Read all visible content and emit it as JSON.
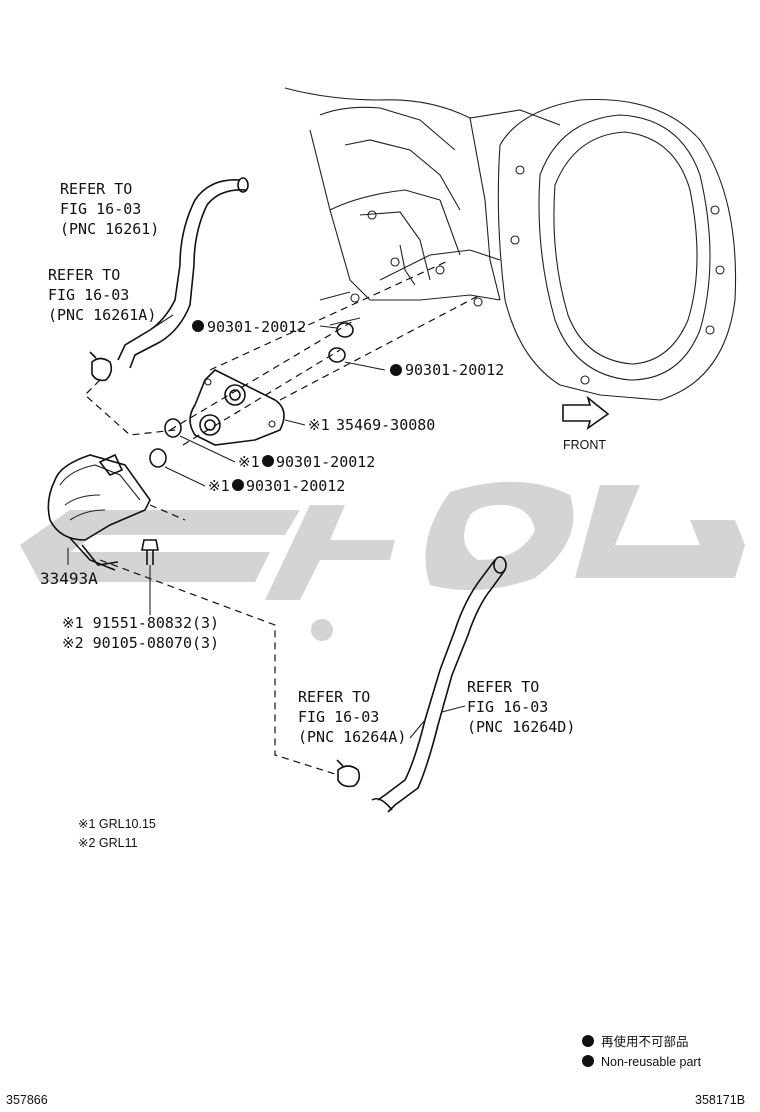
{
  "labels": {
    "refer_16261": [
      "REFER TO",
      "FIG 16-03",
      "(PNC 16261)"
    ],
    "refer_16261A": [
      "REFER TO",
      "FIG 16-03",
      "(PNC 16261A)"
    ],
    "refer_16264A": [
      "REFER TO",
      "FIG 16-03",
      "(PNC 16264A)"
    ],
    "refer_16264D": [
      "REFER TO",
      "FIG 16-03",
      "(PNC 16264D)"
    ]
  },
  "parts": {
    "gasket_upper": "90301-20012",
    "gasket_right": "90301-20012",
    "adapter_prefix": "※1",
    "adapter": "35469-30080",
    "oring_a_prefix": "※1",
    "oring_a": "90301-20012",
    "oring_b_prefix": "※1",
    "oring_b": "90301-20012",
    "cooler": "33493A",
    "bolt_1": "※1 91551-80832(3)",
    "bolt_2": "※2 90105-08070(3)"
  },
  "front_label": "FRONT",
  "notes": [
    "※1  GRL10.15",
    "※2  GRL11"
  ],
  "legend": {
    "jp": "再使用不可部品",
    "en": "Non-reusable part"
  },
  "footer": {
    "left_id": "357866",
    "right_id": "358171B"
  },
  "icons": {
    "bullet": "filled-circle-icon"
  }
}
